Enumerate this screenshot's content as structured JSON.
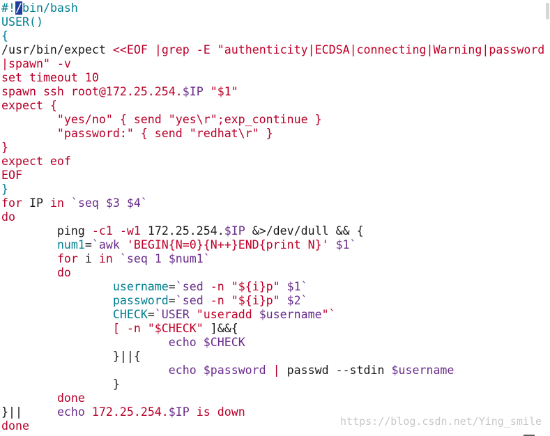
{
  "colors": {
    "background": "#ffffff",
    "keyword": "#b8002a",
    "string": "#c00028",
    "variable": "#6a2c8c",
    "builtin": "#007f8f",
    "plain": "#1a1a1a",
    "cursor_bg": "#1c3f9a",
    "watermark": "#c8c8c8"
  },
  "editor": {
    "lines": [
      [
        {
          "t": "#!",
          "c": "builtin"
        },
        {
          "t": "/",
          "c": "cursor"
        },
        {
          "t": "bin/bash",
          "c": "builtin"
        }
      ],
      [
        {
          "t": "USER()",
          "c": "builtin"
        }
      ],
      [
        {
          "t": "{",
          "c": "builtin"
        }
      ],
      [
        {
          "t": "/usr/bin/expect ",
          "c": "plain"
        },
        {
          "t": "<<EOF ",
          "c": "keyword"
        },
        {
          "t": "|",
          "c": "keyword"
        },
        {
          "t": "grep -E ",
          "c": "keyword"
        },
        {
          "t": "\"authenticity|ECDSA|connecting|Warning|password",
          "c": "string"
        }
      ],
      [
        {
          "t": "|spawn\" -v",
          "c": "string"
        }
      ],
      [
        {
          "t": "set timeout 10",
          "c": "keyword"
        }
      ],
      [
        {
          "t": "spawn ssh root@172.25.254.",
          "c": "keyword"
        },
        {
          "t": "$IP",
          "c": "variable"
        },
        {
          "t": " \"$1\"",
          "c": "string"
        }
      ],
      [
        {
          "t": "expect {",
          "c": "keyword"
        }
      ],
      [
        {
          "t": "        \"yes/no\" { send \"yes\\r\";exp_continue }",
          "c": "keyword"
        }
      ],
      [
        {
          "t": "        \"password:\" { send \"redhat\\r\" }",
          "c": "keyword"
        }
      ],
      [
        {
          "t": "}",
          "c": "keyword"
        }
      ],
      [
        {
          "t": "expect eof",
          "c": "keyword"
        }
      ],
      [
        {
          "t": "EOF",
          "c": "keyword"
        }
      ],
      [
        {
          "t": "}",
          "c": "builtin"
        }
      ],
      [
        {
          "t": "for",
          "c": "keyword"
        },
        {
          "t": " IP ",
          "c": "plain"
        },
        {
          "t": "in",
          "c": "keyword"
        },
        {
          "t": " `seq ",
          "c": "variable"
        },
        {
          "t": "$3 $4",
          "c": "variable"
        },
        {
          "t": "`",
          "c": "variable"
        }
      ],
      [
        {
          "t": "do",
          "c": "keyword"
        }
      ],
      [
        {
          "t": "        ping ",
          "c": "plain"
        },
        {
          "t": "-c1",
          "c": "keyword"
        },
        {
          "t": " ",
          "c": "plain"
        },
        {
          "t": "-w1",
          "c": "keyword"
        },
        {
          "t": " 172.25.254.",
          "c": "plain"
        },
        {
          "t": "$IP",
          "c": "variable"
        },
        {
          "t": " &>/dev/dull && {",
          "c": "plain"
        }
      ],
      [
        {
          "t": "        ",
          "c": "plain"
        },
        {
          "t": "num1",
          "c": "builtin"
        },
        {
          "t": "=",
          "c": "plain"
        },
        {
          "t": "`awk ",
          "c": "variable"
        },
        {
          "t": "'BEGIN{N=0}{N++}END{print N}'",
          "c": "string"
        },
        {
          "t": " $1`",
          "c": "variable"
        }
      ],
      [
        {
          "t": "        ",
          "c": "plain"
        },
        {
          "t": "for",
          "c": "keyword"
        },
        {
          "t": " i ",
          "c": "plain"
        },
        {
          "t": "in",
          "c": "keyword"
        },
        {
          "t": " `seq 1 $num1`",
          "c": "variable"
        }
      ],
      [
        {
          "t": "        ",
          "c": "plain"
        },
        {
          "t": "do",
          "c": "keyword"
        }
      ],
      [
        {
          "t": "                ",
          "c": "plain"
        },
        {
          "t": "username",
          "c": "builtin"
        },
        {
          "t": "=",
          "c": "plain"
        },
        {
          "t": "`sed ",
          "c": "variable"
        },
        {
          "t": "-n ",
          "c": "keyword"
        },
        {
          "t": "\"${i}p\"",
          "c": "string"
        },
        {
          "t": " $1`",
          "c": "variable"
        }
      ],
      [
        {
          "t": "                ",
          "c": "plain"
        },
        {
          "t": "password",
          "c": "builtin"
        },
        {
          "t": "=",
          "c": "plain"
        },
        {
          "t": "`sed ",
          "c": "variable"
        },
        {
          "t": "-n ",
          "c": "keyword"
        },
        {
          "t": "\"${i}p\"",
          "c": "string"
        },
        {
          "t": " $2`",
          "c": "variable"
        }
      ],
      [
        {
          "t": "                ",
          "c": "plain"
        },
        {
          "t": "CHECK",
          "c": "builtin"
        },
        {
          "t": "=",
          "c": "plain"
        },
        {
          "t": "`USER ",
          "c": "variable"
        },
        {
          "t": "\"useradd ",
          "c": "string"
        },
        {
          "t": "$username",
          "c": "variable"
        },
        {
          "t": "\"`",
          "c": "string"
        }
      ],
      [
        {
          "t": "                ",
          "c": "plain"
        },
        {
          "t": "[ -n ",
          "c": "keyword"
        },
        {
          "t": "\"$CHECK\"",
          "c": "string"
        },
        {
          "t": " ]&&{",
          "c": "plain"
        }
      ],
      [
        {
          "t": "                        ",
          "c": "plain"
        },
        {
          "t": "echo",
          "c": "variable"
        },
        {
          "t": " $CHECK",
          "c": "variable"
        }
      ],
      [
        {
          "t": "                }||{",
          "c": "plain"
        }
      ],
      [
        {
          "t": "                        ",
          "c": "plain"
        },
        {
          "t": "echo",
          "c": "variable"
        },
        {
          "t": " $password ",
          "c": "variable"
        },
        {
          "t": "| ",
          "c": "keyword"
        },
        {
          "t": "passwd --stdin ",
          "c": "plain"
        },
        {
          "t": "$username",
          "c": "variable"
        }
      ],
      [
        {
          "t": "                }",
          "c": "plain"
        }
      ],
      [
        {
          "t": "        ",
          "c": "plain"
        },
        {
          "t": "done",
          "c": "keyword"
        }
      ],
      [
        {
          "t": "}||",
          "c": "plain"
        },
        {
          "t": "     ",
          "c": "plain"
        },
        {
          "t": "echo",
          "c": "variable"
        },
        {
          "t": " 172.25.254.",
          "c": "keyword"
        },
        {
          "t": "$IP",
          "c": "variable"
        },
        {
          "t": " is down",
          "c": "keyword"
        }
      ],
      [
        {
          "t": "done",
          "c": "keyword"
        }
      ]
    ]
  },
  "watermark": "https://blog.csdn.net/Ying_smile"
}
